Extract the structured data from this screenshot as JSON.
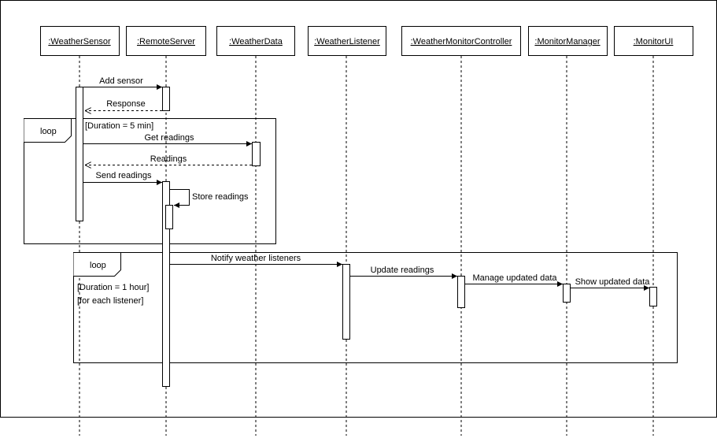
{
  "participants": [
    {
      "id": "weather-sensor",
      "label": ":WeatherSensor"
    },
    {
      "id": "remote-server",
      "label": ":RemoteServer"
    },
    {
      "id": "weather-data",
      "label": ":WeatherData"
    },
    {
      "id": "weather-listener",
      "label": ":WeatherListener"
    },
    {
      "id": "weather-monitor-controller",
      "label": ":WeatherMonitorController"
    },
    {
      "id": "monitor-manager",
      "label": ":MonitorManager"
    },
    {
      "id": "monitor-ui",
      "label": ":MonitorUI"
    }
  ],
  "messages": [
    {
      "id": "add-sensor",
      "label": "Add sensor",
      "from": "weather-sensor",
      "to": "remote-server",
      "kind": "sync"
    },
    {
      "id": "response",
      "label": "Response",
      "from": "remote-server",
      "to": "weather-sensor",
      "kind": "return"
    },
    {
      "id": "get-readings",
      "label": "Get readings",
      "from": "weather-sensor",
      "to": "weather-data",
      "kind": "sync"
    },
    {
      "id": "readings",
      "label": "Readings",
      "from": "weather-data",
      "to": "weather-sensor",
      "kind": "return"
    },
    {
      "id": "send-readings",
      "label": "Send readings",
      "from": "weather-sensor",
      "to": "remote-server",
      "kind": "sync"
    },
    {
      "id": "store-readings",
      "label": "Store readings",
      "from": "remote-server",
      "to": "remote-server",
      "kind": "self"
    },
    {
      "id": "notify-weather-listeners",
      "label": "Notify weather listeners",
      "from": "remote-server",
      "to": "weather-listener",
      "kind": "sync"
    },
    {
      "id": "update-readings",
      "label": "Update readings",
      "from": "weather-listener",
      "to": "weather-monitor-controller",
      "kind": "sync"
    },
    {
      "id": "manage-updated-data",
      "label": "Manage updated data",
      "from": "weather-monitor-controller",
      "to": "monitor-manager",
      "kind": "sync"
    },
    {
      "id": "show-updated-data",
      "label": "Show updated data",
      "from": "monitor-manager",
      "to": "monitor-ui",
      "kind": "sync"
    }
  ],
  "fragments": [
    {
      "id": "loop-1",
      "operator": "loop",
      "guard": [
        "[Duration = 5 min]"
      ]
    },
    {
      "id": "loop-2",
      "operator": "loop",
      "guard": [
        "[Duration = 1 hour]",
        "[for each listener]"
      ]
    }
  ]
}
